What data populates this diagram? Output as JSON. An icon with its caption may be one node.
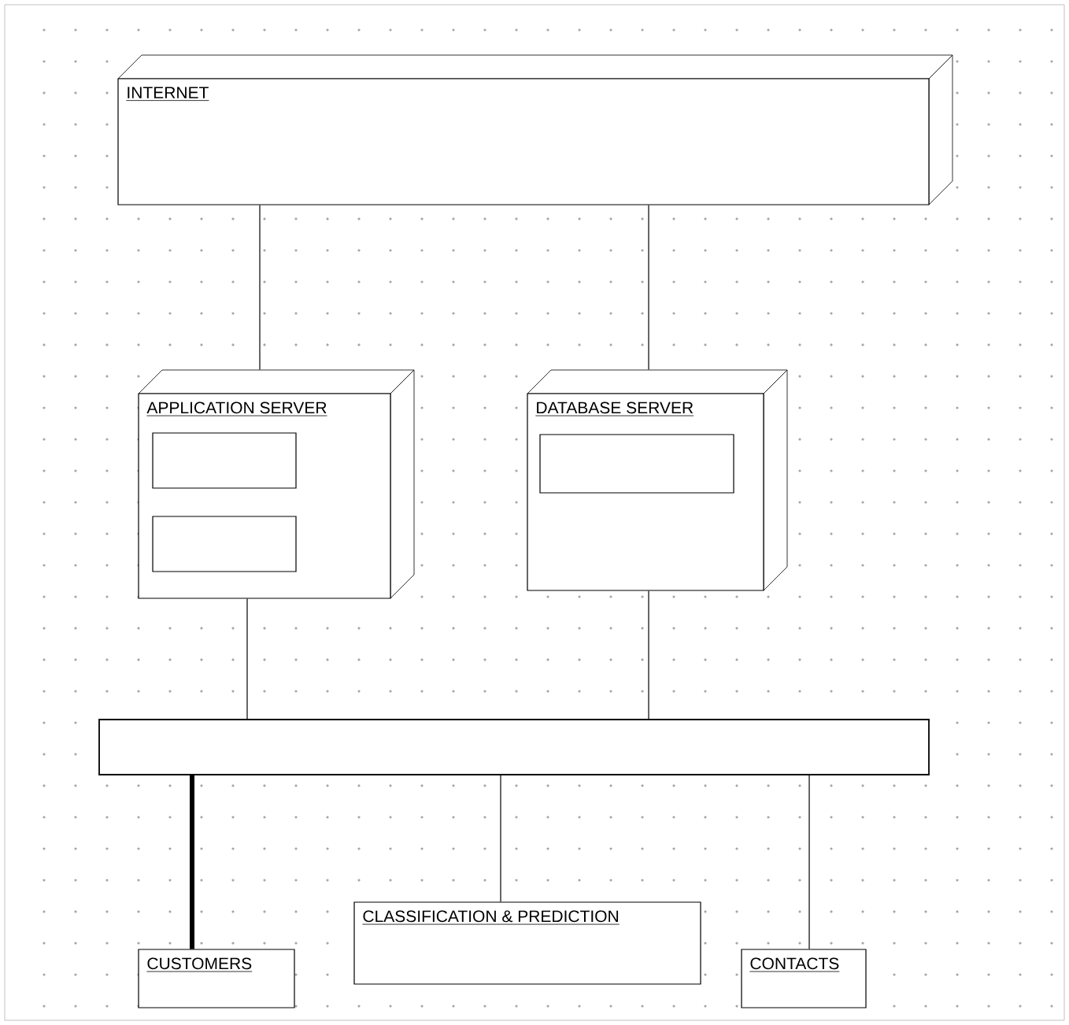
{
  "diagram": {
    "nodes": [
      {
        "text": [
          "INTERNET"
        ]
      },
      {
        "text": [
          "APPLICATION SERVER"
        ]
      },
      {
        "text": [],
        "shape": "box",
        "in": 1
      },
      {
        "text": [],
        "shape": "box",
        "in": 1
      },
      {
        "text": [
          "DATABASE SERVER"
        ]
      },
      {
        "text": [],
        "shape": "box",
        "in": 4
      },
      {
        "text": [],
        "shape": "bar"
      },
      {
        "text": [
          "CUSTOMERS"
        ]
      },
      {
        "text": [
          "CLASSIFICATION & PREDICTION"
        ]
      },
      {
        "text": [
          "CONTACTS"
        ]
      }
    ],
    "edges": [
      {
        "from": 0,
        "to": 1,
        "arrow": "none"
      },
      {
        "from": 0,
        "to": 4,
        "arrow": "none"
      },
      {
        "from": 1,
        "to": 6,
        "arrow": "none"
      },
      {
        "from": 4,
        "to": 6,
        "arrow": "none"
      },
      {
        "from": 6,
        "to": 7,
        "arrow": "none",
        "style": "thick"
      },
      {
        "from": 6,
        "to": 8,
        "arrow": "none"
      },
      {
        "from": 6,
        "to": 9,
        "arrow": "none"
      }
    ]
  }
}
